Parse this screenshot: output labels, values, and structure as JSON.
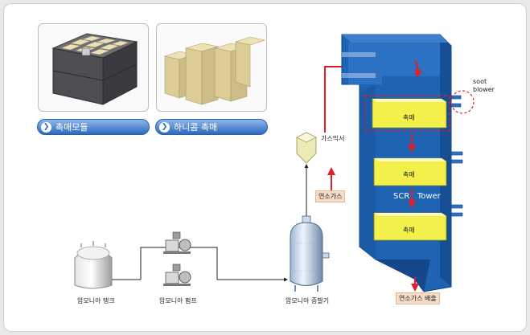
{
  "photos": {
    "module_label": "촉매모듈",
    "honeycomb_label": "하니콤 촉매"
  },
  "process": {
    "tank_label": "암모니아 탱크",
    "pump_label": "암모니아 펌프",
    "evaporator_label": "암모니아 증발기",
    "mixer_label": "가스믹서",
    "flue_gas_in": "연소가스",
    "flue_gas_out": "연소가스 배출"
  },
  "tower": {
    "title": "SCR   Tower",
    "catalyst_label": "촉매",
    "soot_blower_label": "soot\nblower"
  },
  "colors": {
    "tower_blue": "#1f63b3",
    "catalyst_yellow": "#f3f04c",
    "arrow_red": "#e21f26",
    "pill_blue": "#2d69bf"
  }
}
